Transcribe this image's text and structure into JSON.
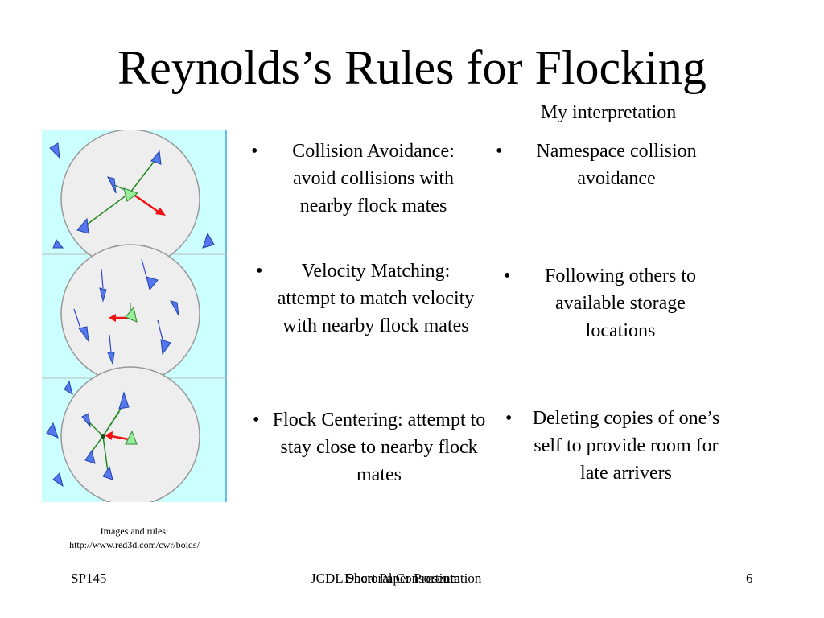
{
  "slide": {
    "title": "Reynolds’s Rules for Flocking",
    "column_heading": "My interpretation",
    "bullet_glyph": "•",
    "rules": [
      {
        "rule": "Collision Avoidance: avoid collisions with nearby flock mates",
        "interpretation": "Namespace collision avoidance"
      },
      {
        "rule": "Velocity Matching: attempt to match velocity with nearby flock mates",
        "interpretation": "Following others to available storage locations"
      },
      {
        "rule": "Flock Centering: attempt to stay close to nearby flock mates",
        "interpretation": "Deleting copies of one’s self to provide room for late arrivers"
      }
    ],
    "credit_line1": "Images and rules:",
    "credit_line2": "http://www.red3d.com/cwr/boids/"
  },
  "footer": {
    "left": "SP145",
    "center_a": "JCDL Short Paper Presentation",
    "center_b": "Doctoral Consortium",
    "page_number": "6"
  },
  "colors": {
    "panel_bg": "#ccffff",
    "circle_fill": "#eeeeee",
    "boid_blue": "#5577ee",
    "boid_green": "#99ee99",
    "line_green": "#228822",
    "arrow_red": "#ee1111"
  }
}
